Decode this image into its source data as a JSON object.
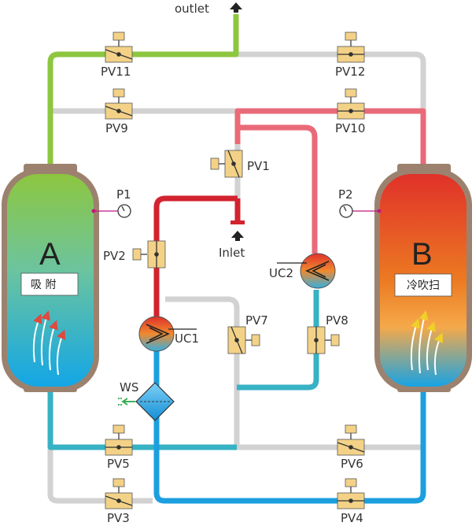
{
  "labels": {
    "outlet": "outlet",
    "inlet": "Inlet",
    "pv1": "PV1",
    "pv2": "PV2",
    "pv3": "PV3",
    "pv4": "PV4",
    "pv5": "PV5",
    "pv6": "PV6",
    "pv7": "PV7",
    "pv8": "PV8",
    "pv9": "PV9",
    "pv10": "PV10",
    "pv11": "PV11",
    "pv12": "PV12",
    "p1": "P1",
    "p2": "P2",
    "uc1": "UC1",
    "uc2": "UC2",
    "ws": "WS"
  },
  "tower_a": {
    "letter": "A",
    "mode": "吸 附"
  },
  "tower_b": {
    "letter": "B",
    "mode": "冷吹扫"
  },
  "colors": {
    "green": "#8dc63f",
    "gray": "#d2d2d2",
    "pink": "#e96a78",
    "red": "#d2232f",
    "teal": "#37b2c4",
    "blue": "#1c9fdf",
    "valve": "#f3d287",
    "shell": "#9c826e"
  }
}
